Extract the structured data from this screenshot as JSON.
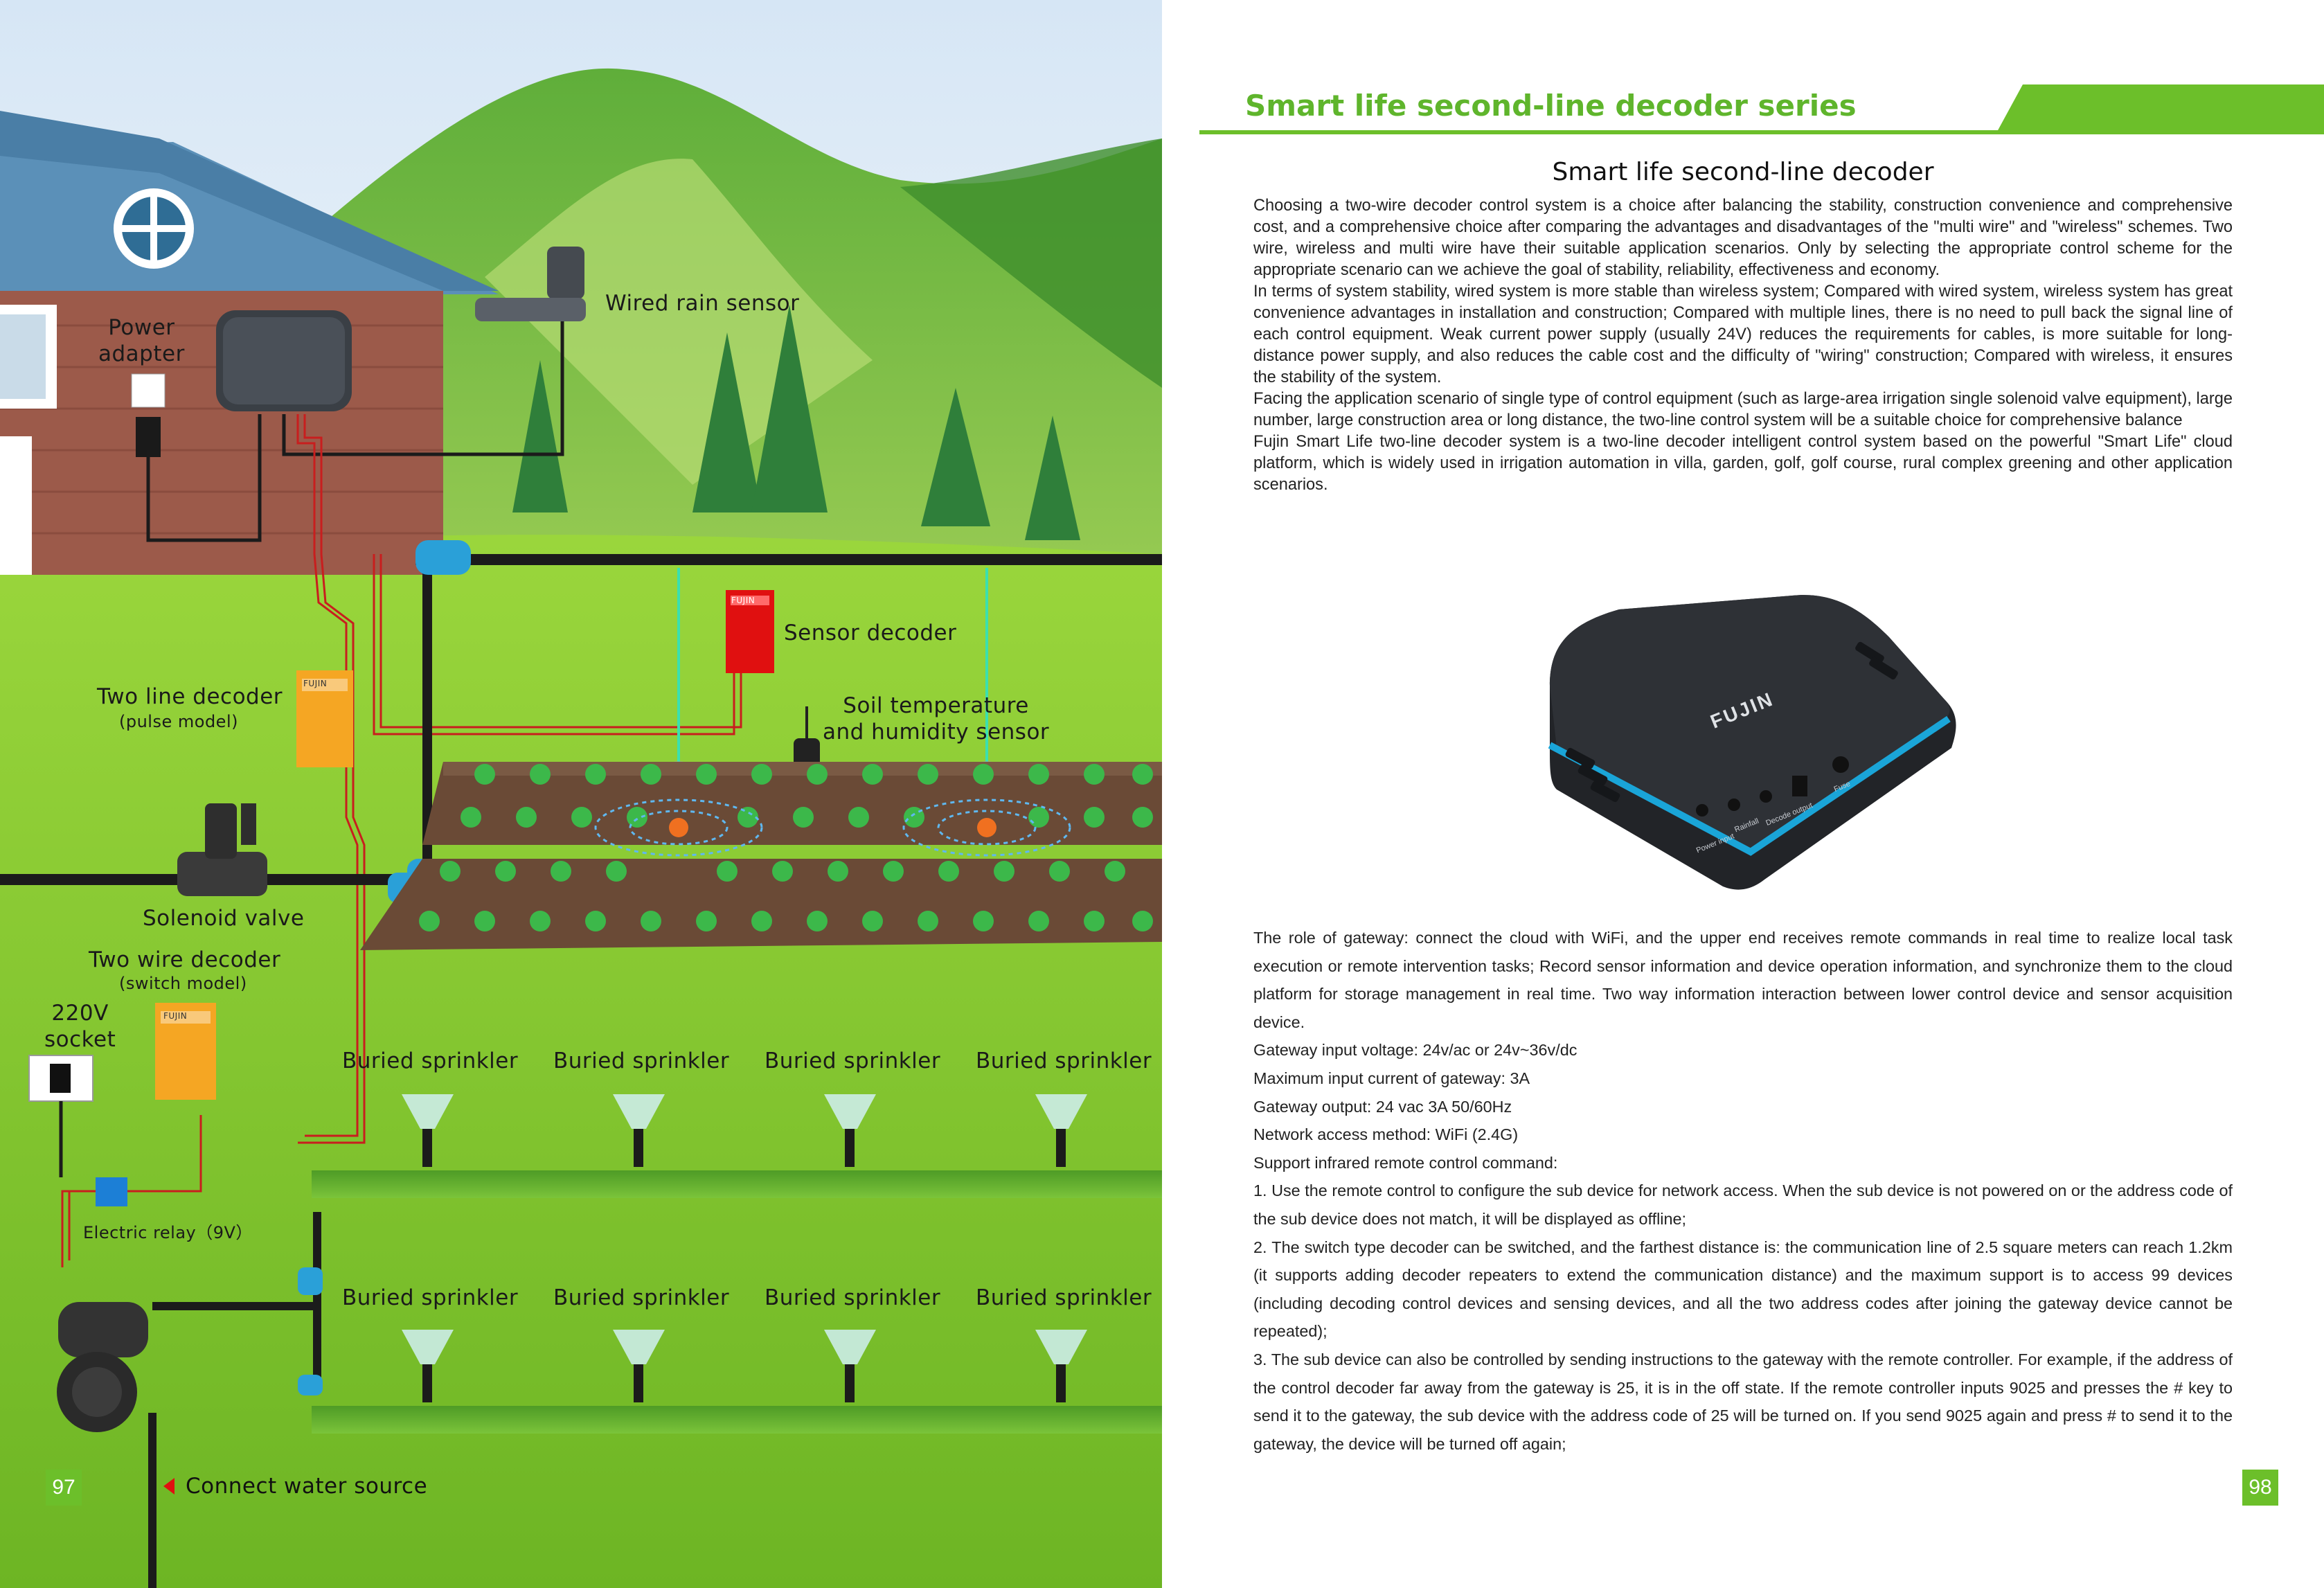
{
  "left_page": {
    "labels": {
      "power_adapter": "Power\nadapter",
      "wired_rain_sensor": "Wired rain sensor",
      "sensor_decoder": "Sensor decoder",
      "soil_sensor": "Soil temperature\nand humidity sensor",
      "two_line_decoder": "Two line decoder",
      "two_line_decoder_sub": "(pulse model)",
      "solenoid_valve": "Solenoid valve",
      "two_wire_decoder": "Two wire decoder",
      "two_wire_decoder_sub": "(switch model)",
      "socket_220v": "220V\nsocket",
      "electric_relay": "Electric relay（9V）",
      "connect_water": "Connect water source",
      "buried_sprinkler": "Buried sprinkler"
    },
    "device_brand": "FUJIN",
    "page_number": "97"
  },
  "right_page": {
    "header_title": "Smart life second-line decoder series",
    "section_title": "Smart life second-line decoder",
    "intro_paragraphs": [
      "Choosing a two-wire decoder control system is a choice after balancing the stability, construction convenience and comprehensive cost, and a comprehensive choice after comparing the advantages and disadvantages of the \"multi wire\" and \"wireless\" schemes. Two wire, wireless and multi wire have their suitable application scenarios. Only by selecting the appropriate control scheme for the appropriate scenario can we achieve the goal of stability, reliability, effectiveness and economy.",
      "In terms of system stability, wired system is more stable than wireless system; Compared with wired system, wireless system has great convenience advantages in installation and construction; Compared with multiple lines, there is no need to pull back the signal line of each control equipment. Weak current power supply (usually 24V) reduces the requirements for cables, is more suitable for long-distance power supply, and also reduces the cable cost and the difficulty of \"wiring\" construction; Compared with wireless, it ensures the stability of the system.",
      "Facing the application scenario of single type of control equipment (such as large-area irrigation single solenoid valve equipment), large number, large construction area or long distance, the two-line control system will be a suitable choice for comprehensive balance",
      "Fujin Smart Life two-line decoder system is a two-line decoder intelligent control system based on the powerful \"Smart Life\" cloud platform, which is widely used in irrigation automation in villa, garden, golf, golf course, rural complex greening and other application scenarios."
    ],
    "device": {
      "brand": "FUJIN",
      "port_labels": [
        "Power input",
        "Rainfall",
        "Decode output",
        "Fuse"
      ]
    },
    "spec_paragraphs": [
      "The role of gateway: connect the cloud with WiFi, and the upper end receives remote commands in real time to realize local task execution or remote intervention tasks; Record sensor information and device operation information, and synchronize them to the cloud platform for storage management in real time. Two way information interaction between lower control device and sensor acquisition device.",
      "Gateway input voltage: 24v/ac or 24v~36v/dc",
      "Maximum input current of gateway: 3A",
      "Gateway output: 24 vac 3A 50/60Hz",
      "Network access method: WiFi (2.4G)",
      "Support infrared remote control command:",
      "1. Use the remote control to configure the sub device for network access. When the sub device is not powered on or the address code of the sub device does not match, it will be displayed as offline;",
      "2. The switch type decoder can be switched, and the farthest distance is: the communication line of 2.5 square meters can reach 1.2km (it supports adding decoder repeaters to extend the communication distance) and the maximum support is to access 99 devices (including decoding control devices and sensing devices, and all the two address codes after joining the gateway device cannot be repeated);",
      "3. The sub device can also be controlled by sending instructions to the gateway with the remote controller. For example, if the address of the control decoder far away from the gateway is 25, it is in the off state. If the remote controller inputs 9025 and presses the # key to send it to the gateway, the sub device with the address code of 25 will be turned on. If you send 9025 again and press # to send it to the gateway, the device will be turned off again;"
    ],
    "page_number": "98"
  },
  "colors": {
    "accent_green": "#6cbf2a",
    "title_green": "#5fb52c",
    "sky": "#e2eef8",
    "grass": "#8ccf2e",
    "roof": "#5b90b8",
    "wall": "#9c5a4a",
    "decoder_orange": "#f5a623",
    "decoder_red": "#e01010",
    "pipe_blue": "#2aa0d8"
  }
}
